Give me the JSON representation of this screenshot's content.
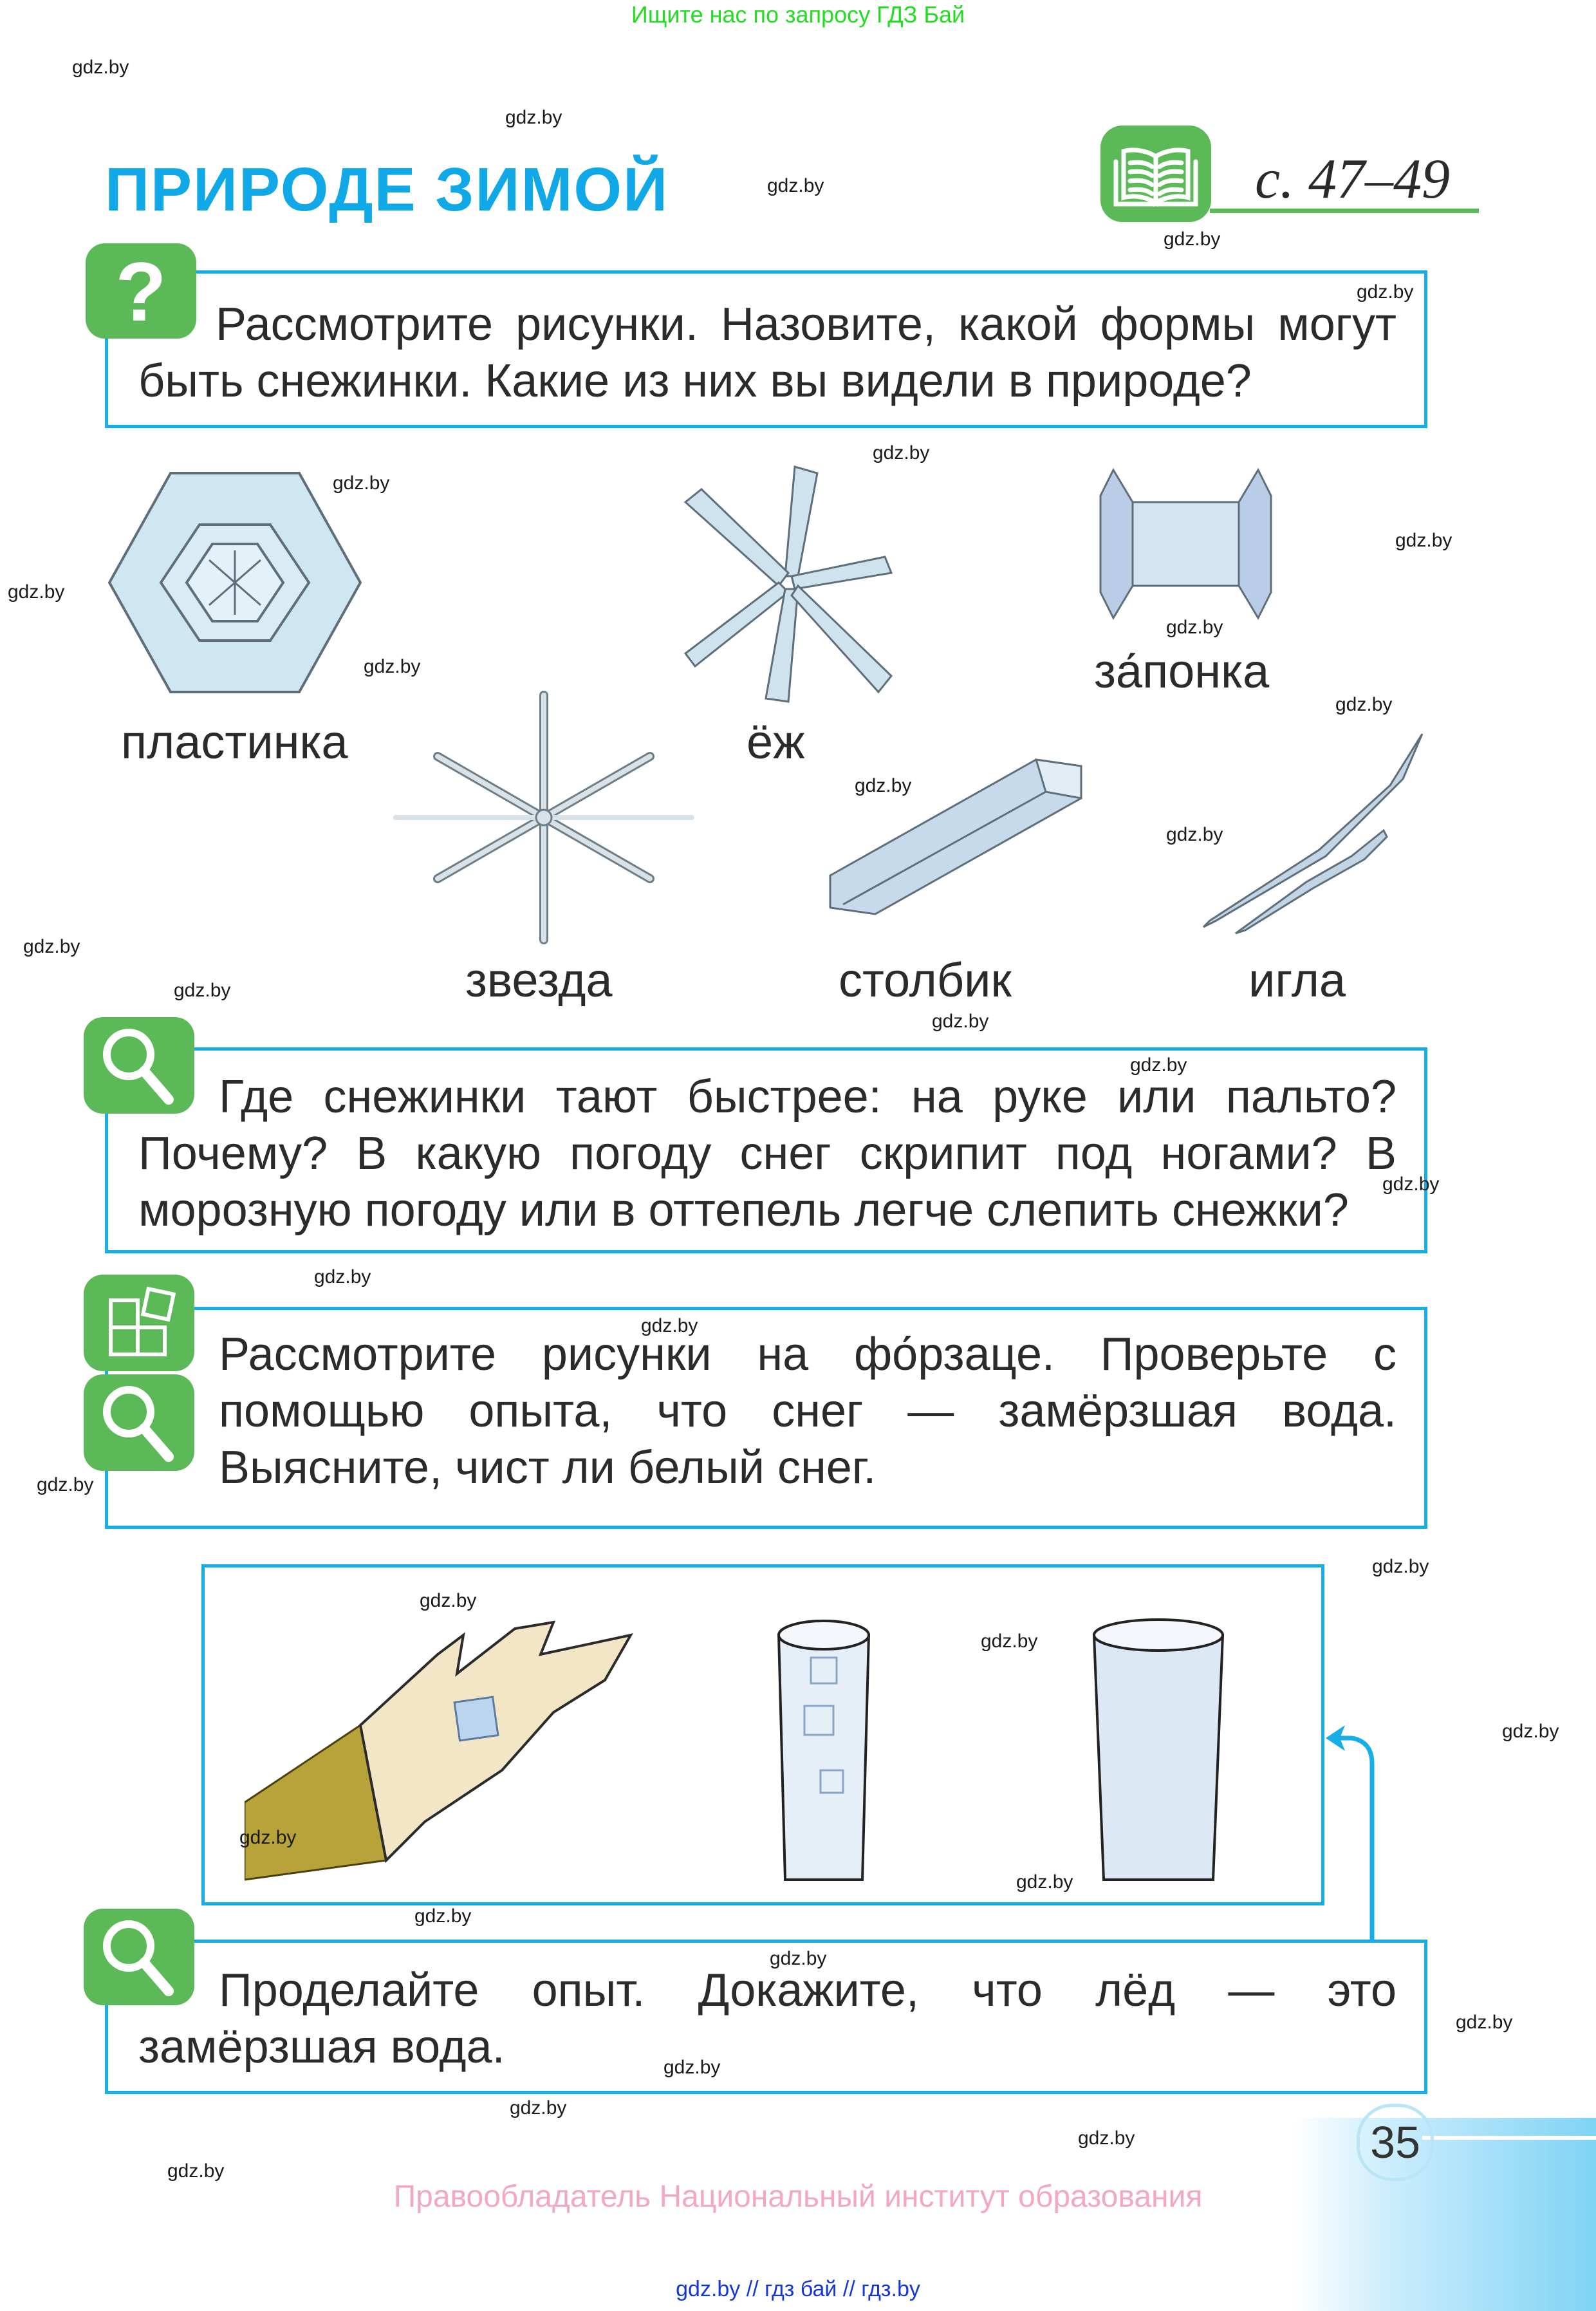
{
  "banner": {
    "text": "Ищите нас по запросу ГДЗ Бай"
  },
  "header": {
    "title": "ПРИРОДЕ ЗИМОЙ",
    "pages_ref": "с. 47–49",
    "book_icon": "open-book-icon"
  },
  "tasks": [
    {
      "icon": "question-icon",
      "icon_glyph": "?",
      "text": "Рассмотрите рисунки. Назовите, какой формы могут быть снежинки. Какие из них вы видели в природе?"
    },
    {
      "icon": "magnifier-icon",
      "text": "Где снежинки тают быстрее: на руке или пальто? Почему? В какую погоду снег скрипит под ногами? В морозную погоду или в оттепель легче слепить снежки?"
    },
    {
      "icons": [
        "puzzle-icon",
        "magnifier-icon"
      ],
      "text": "Рассмотрите рисунки на фо́рзаце. Проверьте с помощью опыта, что снег — замёрзшая вода. Выясните, чист ли белый снег."
    },
    {
      "icon": "magnifier-icon",
      "text": "Проделайте опыт. Докажите, что лёд — это замёрзшая вода."
    }
  ],
  "snowflakes": [
    {
      "label": "пластинка",
      "image": "hexagonal-plate-snowflake"
    },
    {
      "label": "ёж",
      "image": "hedgehog-snowflake"
    },
    {
      "label": "за́понка",
      "image": "capped-column-snowflake"
    },
    {
      "label": "звезда",
      "image": "star-dendrite-snowflake"
    },
    {
      "label": "столбик",
      "image": "column-snowflake"
    },
    {
      "label": "игла",
      "image": "needle-snowflake"
    }
  ],
  "experiment_images": [
    "hand-with-ice-cube",
    "glass-with-ice",
    "glass-with-water"
  ],
  "watermark": "gdz.by",
  "footer": {
    "page_number": "35",
    "copyright": "Правообладатель Национальный институт образования",
    "links": "gdz.by  //  гдз бай  //  гдз.by"
  },
  "colors": {
    "title_blue": "#10a8e6",
    "border_blue": "#16aee6",
    "badge_green": "#5cb957",
    "banner_green": "#22dd22",
    "copyright_pink": "#f2a8c0",
    "links_blue": "#1437d6"
  }
}
